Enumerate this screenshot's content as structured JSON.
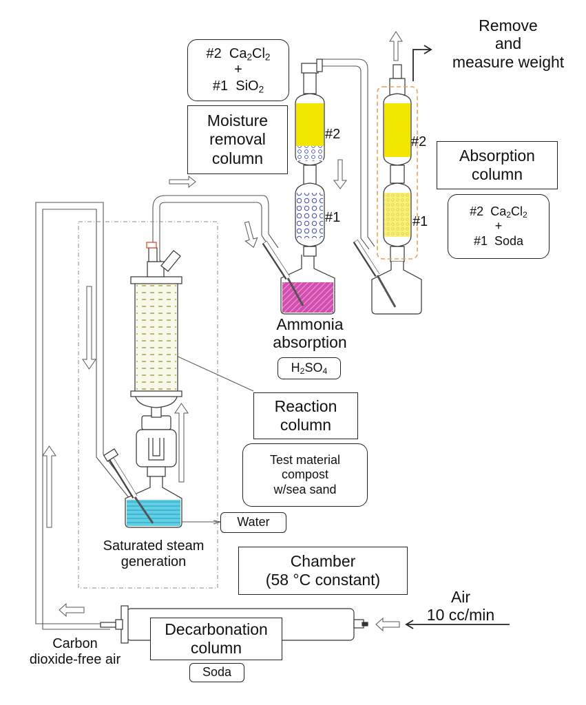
{
  "labels": {
    "remove_line1": "Remove",
    "remove_line2": "and",
    "remove_line3": "measure weight",
    "moisture_line1": "Moisture",
    "moisture_line2": "removal",
    "moisture_line3": "column",
    "absorption_line1": "Absorption",
    "absorption_line2": "column",
    "ammonia_line1": "Ammonia",
    "ammonia_line2": "absorption",
    "reaction_line1": "Reaction",
    "reaction_line2": "column",
    "test_line1": "Test material",
    "test_line2": "compost",
    "test_line3": "w/sea sand",
    "water": "Water",
    "steam_line1": "Saturated steam",
    "steam_line2": "generation",
    "chamber_line1": "Chamber",
    "chamber_line2": "(58 °C constant)",
    "air_line1": "Air",
    "air_line2": "10 cc/min",
    "decarb_line1": "Decarbonation",
    "decarb_line2": "column",
    "soda": "Soda",
    "co2free_line1": "Carbon",
    "co2free_line2": "dioxide-free air",
    "moist_col_no2": "#2",
    "moist_col_no1": "#1",
    "abs_col_no2": "#2",
    "abs_col_no1": "#1"
  },
  "reagents": {
    "moisture_top_tag": "#2",
    "moisture_top_a": "Ca",
    "moisture_top_sub_a": "2",
    "moisture_top_b": "Cl",
    "moisture_top_sub_b": "2",
    "plus": "+",
    "moisture_bottom_tag": "#1",
    "moisture_bottom_a": "SiO",
    "moisture_bottom_sub": "2",
    "absorb_top_tag": "#2",
    "absorb_top_a": "Ca",
    "absorb_top_sub_a": "2",
    "absorb_top_b": "Cl",
    "absorb_top_sub_b": "2",
    "absorb_bottom": "#1  Soda",
    "h2so4_a": "H",
    "h2so4_sub_a": "2",
    "h2so4_b": "SO",
    "h2so4_sub_b": "4"
  },
  "colors": {
    "yellow": "#f2e600",
    "light_yellow": "#f7f07a",
    "magenta": "#d24fb0",
    "cyan": "#5fd0e6",
    "bead_blue": "#3848c8",
    "dash_orange": "#f0a050"
  }
}
